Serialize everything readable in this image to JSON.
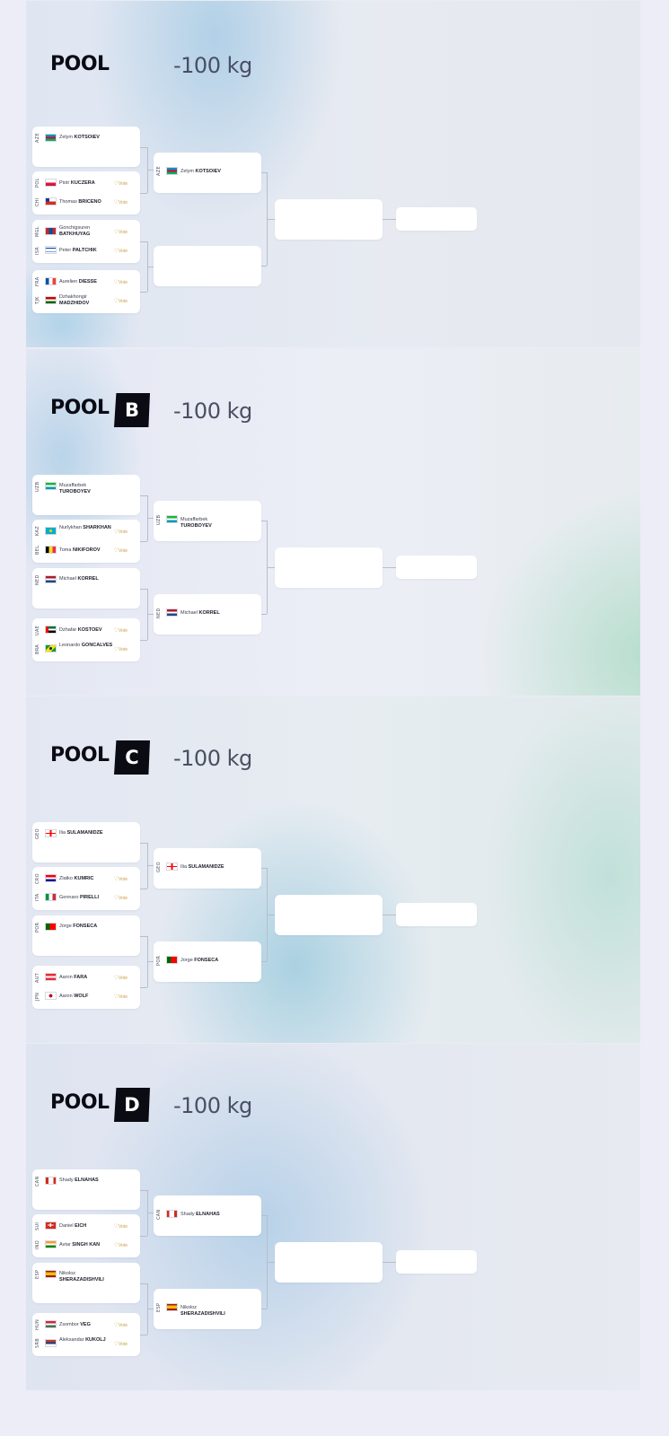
{
  "vote_label": "Vote",
  "pools": [
    {
      "title": "POOL",
      "letter": "",
      "weight": "-100 kg",
      "round1": [
        {
          "single": true,
          "athletes": [
            {
              "code": "AZE",
              "flag": "AZE",
              "first": "Zelym",
              "last": "KOTSOIEV",
              "vote": false
            }
          ]
        },
        {
          "single": false,
          "athletes": [
            {
              "code": "POL",
              "flag": "POL",
              "first": "Piotr",
              "last": "KUCZERA",
              "vote": true
            },
            {
              "code": "CHI",
              "flag": "CHI",
              "first": "Thomas",
              "last": "BRICENO",
              "vote": true
            }
          ]
        },
        {
          "single": false,
          "athletes": [
            {
              "code": "MGL",
              "flag": "MGL",
              "first": "Gonchigsuren",
              "last": "BATKHUYAG",
              "vote": true
            },
            {
              "code": "ISR",
              "flag": "ISR",
              "first": "Peter",
              "last": "PALTCHIK",
              "vote": true
            }
          ]
        },
        {
          "single": false,
          "athletes": [
            {
              "code": "FRA",
              "flag": "FRA",
              "first": "Aurelien",
              "last": "DIESSE",
              "vote": true
            },
            {
              "code": "TJK",
              "flag": "TJK",
              "first": "Dzhakhongir",
              "last": "MADZHIDOV",
              "vote": true
            }
          ]
        }
      ],
      "round2": [
        {
          "code": "AZE",
          "flag": "AZE",
          "first": "Zelym",
          "last": "KOTSOIEV"
        },
        null
      ]
    },
    {
      "title": "POOL",
      "letter": "B",
      "weight": "-100 kg",
      "round1": [
        {
          "single": true,
          "athletes": [
            {
              "code": "UZB",
              "flag": "UZB",
              "first": "Muzaffarbek",
              "last": "TUROBOYEV",
              "vote": false
            }
          ]
        },
        {
          "single": false,
          "athletes": [
            {
              "code": "KAZ",
              "flag": "KAZ",
              "first": "Nurlykhan",
              "last": "SHARKHAN",
              "vote": true
            },
            {
              "code": "BEL",
              "flag": "BEL",
              "first": "Toma",
              "last": "NIKIFOROV",
              "vote": true
            }
          ]
        },
        {
          "single": true,
          "athletes": [
            {
              "code": "NED",
              "flag": "NED",
              "first": "Michael",
              "last": "KORREL",
              "vote": false
            }
          ]
        },
        {
          "single": false,
          "athletes": [
            {
              "code": "UAE",
              "flag": "UAE",
              "first": "Dzhafar",
              "last": "KOSTOEV",
              "vote": true
            },
            {
              "code": "BRA",
              "flag": "BRA",
              "first": "Leonardo",
              "last": "GONCALVES",
              "vote": true
            }
          ]
        }
      ],
      "round2": [
        {
          "code": "UZB",
          "flag": "UZB",
          "first": "Muzaffarbek",
          "last": "TUROBOYEV"
        },
        {
          "code": "NED",
          "flag": "NED",
          "first": "Michael",
          "last": "KORREL"
        }
      ]
    },
    {
      "title": "POOL",
      "letter": "C",
      "weight": "-100 kg",
      "round1": [
        {
          "single": true,
          "athletes": [
            {
              "code": "GEO",
              "flag": "GEO",
              "first": "Ilia",
              "last": "SULAMANIDZE",
              "vote": false
            }
          ]
        },
        {
          "single": false,
          "athletes": [
            {
              "code": "CRO",
              "flag": "CRO",
              "first": "Zlatko",
              "last": "KUMRIC",
              "vote": true
            },
            {
              "code": "ITA",
              "flag": "ITA",
              "first": "Gennaro",
              "last": "PIRELLI",
              "vote": true
            }
          ]
        },
        {
          "single": true,
          "athletes": [
            {
              "code": "POR",
              "flag": "POR",
              "first": "Jorge",
              "last": "FONSECA",
              "vote": false
            }
          ]
        },
        {
          "single": false,
          "athletes": [
            {
              "code": "AUT",
              "flag": "AUT",
              "first": "Aaron",
              "last": "FARA",
              "vote": true
            },
            {
              "code": "JPN",
              "flag": "JPN",
              "first": "Aaron",
              "last": "WOLF",
              "vote": true
            }
          ]
        }
      ],
      "round2": [
        {
          "code": "GEO",
          "flag": "GEO",
          "first": "Ilia",
          "last": "SULAMANIDZE"
        },
        {
          "code": "POR",
          "flag": "POR",
          "first": "Jorge",
          "last": "FONSECA"
        }
      ]
    },
    {
      "title": "POOL",
      "letter": "D",
      "weight": "-100 kg",
      "round1": [
        {
          "single": true,
          "athletes": [
            {
              "code": "CAN",
              "flag": "CAN",
              "first": "Shady",
              "last": "ELNAHAS",
              "vote": false
            }
          ]
        },
        {
          "single": false,
          "athletes": [
            {
              "code": "SUI",
              "flag": "SUI",
              "first": "Daniel",
              "last": "EICH",
              "vote": true
            },
            {
              "code": "IND",
              "flag": "IND",
              "first": "Avtar",
              "last": "SINGH KAN",
              "vote": true
            }
          ]
        },
        {
          "single": true,
          "athletes": [
            {
              "code": "ESP",
              "flag": "ESP",
              "first": "Nikoloz",
              "last": "SHERAZADISHVILI",
              "vote": false
            }
          ]
        },
        {
          "single": false,
          "athletes": [
            {
              "code": "HUN",
              "flag": "HUN",
              "first": "Zsombor",
              "last": "VEG",
              "vote": true
            },
            {
              "code": "SRB",
              "flag": "SRB",
              "first": "Aleksandar",
              "last": "KUKOLJ",
              "vote": true
            }
          ]
        }
      ],
      "round2": [
        {
          "code": "CAN",
          "flag": "CAN",
          "first": "Shady",
          "last": "ELNAHAS"
        },
        {
          "code": "ESP",
          "flag": "ESP",
          "first": "Nikoloz",
          "last": "SHERAZADISHVILI"
        }
      ]
    }
  ],
  "flag_colors": {
    "AZE": [
      "#0092bc",
      "#e4002b",
      "#00af66"
    ],
    "POL": [
      "#ffffff",
      "#dc143c"
    ],
    "CHI": [
      "#0039a6",
      "#ffffff",
      "#d52b1e"
    ],
    "MGL": [
      "#c4272f",
      "#015197",
      "#c4272f"
    ],
    "ISR": [
      "#ffffff",
      "#0038b8",
      "#ffffff"
    ],
    "FRA": [
      "#0055a4",
      "#ffffff",
      "#ef4135"
    ],
    "TJK": [
      "#cc0000",
      "#ffffff",
      "#006600"
    ],
    "UZB": [
      "#1eb53a",
      "#ffffff",
      "#0099b5"
    ],
    "KAZ": [
      "#00afca",
      "#00afca",
      "#fec50c"
    ],
    "BEL": [
      "#000000",
      "#fdda24",
      "#ef3340"
    ],
    "NED": [
      "#ae1c28",
      "#ffffff",
      "#21468b"
    ],
    "UAE": [
      "#00732f",
      "#ffffff",
      "#000000"
    ],
    "BRA": [
      "#009c3b",
      "#ffdf00",
      "#009c3b"
    ],
    "GEO": [
      "#ffffff",
      "#ff0000",
      "#ffffff"
    ],
    "CRO": [
      "#ff0000",
      "#ffffff",
      "#171796"
    ],
    "ITA": [
      "#009246",
      "#ffffff",
      "#ce2b37"
    ],
    "POR": [
      "#006600",
      "#ff0000",
      "#ff0000"
    ],
    "AUT": [
      "#ed2939",
      "#ffffff",
      "#ed2939"
    ],
    "JPN": [
      "#ffffff",
      "#bc002d",
      "#ffffff"
    ],
    "CAN": [
      "#d52b1e",
      "#ffffff",
      "#d52b1e"
    ],
    "SUI": [
      "#d52b1e",
      "#d52b1e",
      "#d52b1e"
    ],
    "IND": [
      "#ff9933",
      "#ffffff",
      "#138808"
    ],
    "ESP": [
      "#aa151b",
      "#f1bf00",
      "#aa151b"
    ],
    "HUN": [
      "#ce2939",
      "#ffffff",
      "#477050"
    ],
    "SRB": [
      "#c6363c",
      "#0c4076",
      "#ffffff"
    ]
  }
}
